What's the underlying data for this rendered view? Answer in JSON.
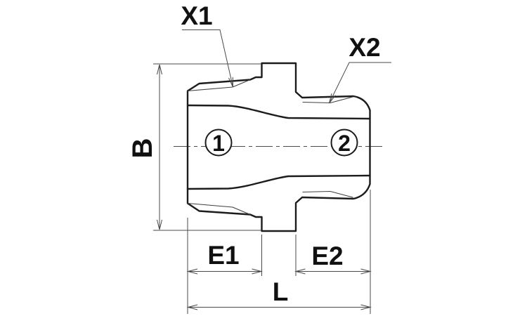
{
  "drawing": {
    "callouts": {
      "x1": "X1",
      "x2": "X2"
    },
    "dims": {
      "b": "B",
      "e1": "E1",
      "e2": "E2",
      "l": "L"
    },
    "balloons": {
      "b1": "1",
      "b2": "2"
    },
    "colors": {
      "outline": "#1c1c1c",
      "thin_line": "#3f3f3f",
      "dimension": "#4a4a4a",
      "text": "#111111",
      "background": "#ffffff"
    }
  }
}
